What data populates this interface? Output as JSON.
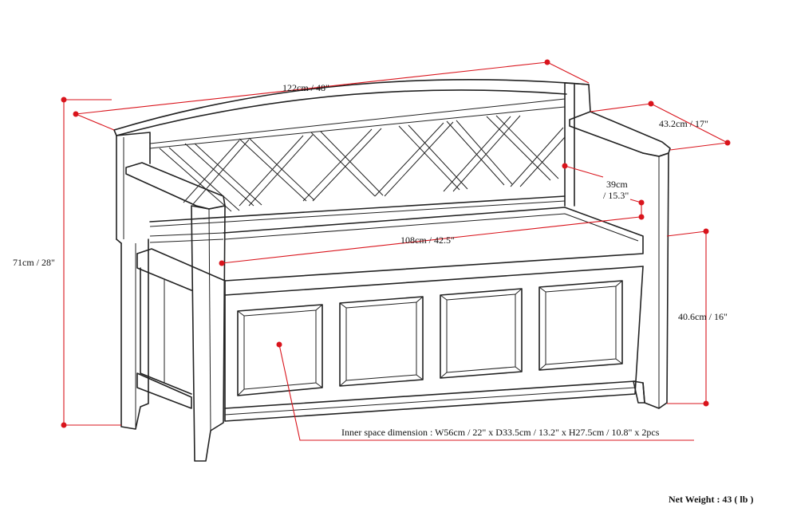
{
  "colors": {
    "dimension_line": "#d9141c",
    "drawing_line": "#222222",
    "background": "#ffffff"
  },
  "dimensions": {
    "overall_width": "122cm / 48\"",
    "depth": "43.2cm / 17\"",
    "backrest_height_1": "39cm",
    "backrest_height_2": "/ 15.3\"",
    "seat_width": "108cm / 42.5\"",
    "overall_height": "71cm / 28\"",
    "seat_height": "40.6cm / 16\"",
    "inner_space": "Inner space dimension : W56cm / 22\" x D33.5cm / 13.2\" x H27.5cm / 10.8\" x 2pcs"
  },
  "net_weight": "Net Weight : 43 ( lb )"
}
